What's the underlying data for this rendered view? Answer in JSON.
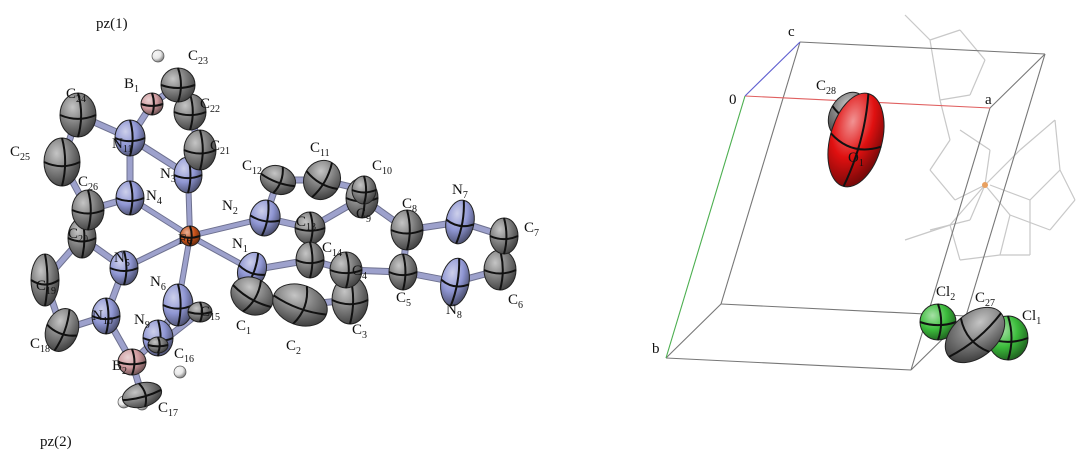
{
  "left_panel": {
    "group_labels": [
      "pz(1)",
      "pz(2)"
    ],
    "atoms": [
      {
        "el": "B",
        "n": "1",
        "color": "#cf9a9e"
      },
      {
        "el": "B",
        "n": "2",
        "color": "#cf9a9e"
      },
      {
        "el": "Fe",
        "n": "",
        "color": "#c8521a"
      },
      {
        "el": "N",
        "n": "1",
        "color": "#8f96d3"
      },
      {
        "el": "N",
        "n": "2",
        "color": "#8f96d3"
      },
      {
        "el": "N",
        "n": "3",
        "color": "#8f96d3"
      },
      {
        "el": "N",
        "n": "4",
        "color": "#8f96d3"
      },
      {
        "el": "N",
        "n": "5",
        "color": "#8f96d3"
      },
      {
        "el": "N",
        "n": "6",
        "color": "#8f96d3"
      },
      {
        "el": "N",
        "n": "7",
        "color": "#8f96d3"
      },
      {
        "el": "N",
        "n": "8",
        "color": "#8f96d3"
      },
      {
        "el": "N",
        "n": "9",
        "color": "#8f96d3"
      },
      {
        "el": "N",
        "n": "10",
        "color": "#8f96d3"
      },
      {
        "el": "N",
        "n": "11",
        "color": "#8f96d3"
      },
      {
        "el": "C",
        "n": "1",
        "color": "#7d7d7d"
      },
      {
        "el": "C",
        "n": "2",
        "color": "#7d7d7d"
      },
      {
        "el": "C",
        "n": "3",
        "color": "#7d7d7d"
      },
      {
        "el": "C",
        "n": "4",
        "color": "#7d7d7d"
      },
      {
        "el": "C",
        "n": "5",
        "color": "#7d7d7d"
      },
      {
        "el": "C",
        "n": "6",
        "color": "#7d7d7d"
      },
      {
        "el": "C",
        "n": "7",
        "color": "#7d7d7d"
      },
      {
        "el": "C",
        "n": "8",
        "color": "#7d7d7d"
      },
      {
        "el": "C",
        "n": "9",
        "color": "#7d7d7d"
      },
      {
        "el": "C",
        "n": "10",
        "color": "#7d7d7d"
      },
      {
        "el": "C",
        "n": "11",
        "color": "#7d7d7d"
      },
      {
        "el": "C",
        "n": "12",
        "color": "#7d7d7d"
      },
      {
        "el": "C",
        "n": "13",
        "color": "#7d7d7d"
      },
      {
        "el": "C",
        "n": "14",
        "color": "#7d7d7d"
      },
      {
        "el": "C",
        "n": "15",
        "color": "#7d7d7d"
      },
      {
        "el": "C",
        "n": "16",
        "color": "#7d7d7d"
      },
      {
        "el": "C",
        "n": "17",
        "color": "#7d7d7d"
      },
      {
        "el": "C",
        "n": "18",
        "color": "#7d7d7d"
      },
      {
        "el": "C",
        "n": "19",
        "color": "#7d7d7d"
      },
      {
        "el": "C",
        "n": "20",
        "color": "#7d7d7d"
      },
      {
        "el": "C",
        "n": "21",
        "color": "#7d7d7d"
      },
      {
        "el": "C",
        "n": "22",
        "color": "#7d7d7d"
      },
      {
        "el": "C",
        "n": "23",
        "color": "#7d7d7d"
      },
      {
        "el": "C",
        "n": "24",
        "color": "#7d7d7d"
      },
      {
        "el": "C",
        "n": "25",
        "color": "#7d7d7d"
      },
      {
        "el": "C",
        "n": "26",
        "color": "#7d7d7d"
      }
    ],
    "hydrogen_color": "#ffffff",
    "bond_color": "#9da1cc"
  },
  "right_panel": {
    "axis_labels": {
      "origin": "0",
      "a": "a",
      "b": "b",
      "c": "c"
    },
    "axis_colors": {
      "a": "#e06060",
      "b": "#4caf50",
      "c": "#6060d0"
    },
    "cell_color": "#777777",
    "atoms": [
      {
        "el": "C",
        "n": "28",
        "color": "#7d7d7d"
      },
      {
        "el": "O",
        "n": "1",
        "color": "#e01010"
      },
      {
        "el": "Cl",
        "n": "1",
        "color": "#3cbc3c"
      },
      {
        "el": "Cl",
        "n": "2",
        "color": "#3cbc3c"
      },
      {
        "el": "C",
        "n": "27",
        "color": "#7d7d7d"
      }
    ],
    "background_molecule_color": "#c8c8c8"
  }
}
